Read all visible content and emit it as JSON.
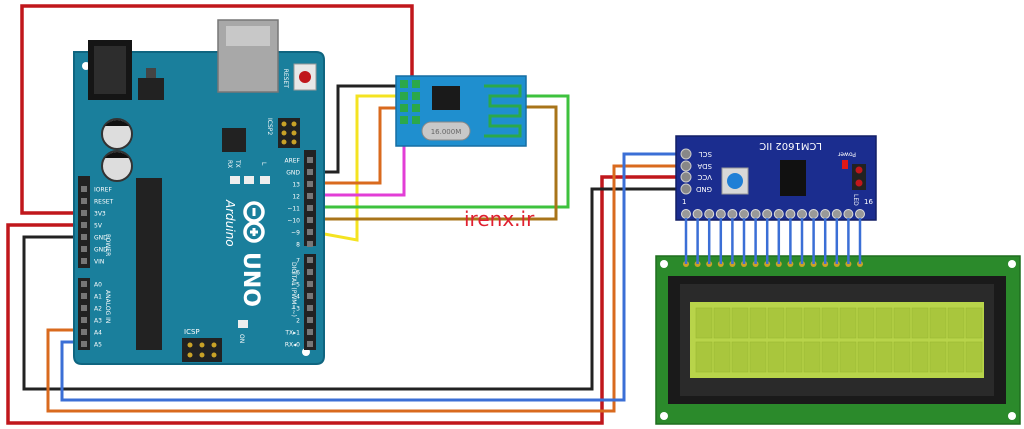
{
  "arduino": {
    "brand": "Arduino",
    "model": "UNO",
    "reset_label": "RESET",
    "icsp2_label": "ICSP2",
    "icsp_label": "ICSP",
    "tx_label": "TX",
    "rx_label": "RX",
    "l_label": "L",
    "on_label": "ON",
    "power_label": "POWER",
    "analog_label": "ANALOG IN",
    "digital_label": "DIGITAL (PWM=~)",
    "power_pins": [
      "IOREF",
      "RESET",
      "3V3",
      "5V",
      "GND",
      "GND",
      "VIN"
    ],
    "analog_pins": [
      "A0",
      "A1",
      "A2",
      "A3",
      "A4",
      "A5"
    ],
    "digital_top_pins": [
      "AREF",
      "GND",
      "13",
      "12",
      "~11",
      "~10",
      "~9",
      "8"
    ],
    "digital_bottom_pins": [
      "7",
      "~6",
      "~5",
      "4",
      "~3",
      "2",
      "TX▸1",
      "RX◂0"
    ]
  },
  "radio": {
    "crystal_label": "16.000M"
  },
  "i2c": {
    "title": "LCM1602 IIC",
    "power_label": "Power",
    "led_label": "LED",
    "pins": [
      "SCL",
      "SDA",
      "VCC",
      "GND"
    ],
    "pin_first": "1",
    "pin_last": "16"
  },
  "watermark": "irenx.ir",
  "colors": {
    "board": "#1a7f9c",
    "board_dark": "#0f6580",
    "pcb_green": "#2b8a2b",
    "lcd_screen": "#b8d44a",
    "i2c_board": "#1b2d8f",
    "wire_red": "#c0171c",
    "wire_black": "#222222",
    "wire_yellow": "#f4e321",
    "wire_magenta": "#e23ed6",
    "wire_orange": "#d96a1e",
    "wire_green": "#3ec23e",
    "wire_brown": "#a8741a",
    "wire_blue": "#3b6fd6"
  }
}
